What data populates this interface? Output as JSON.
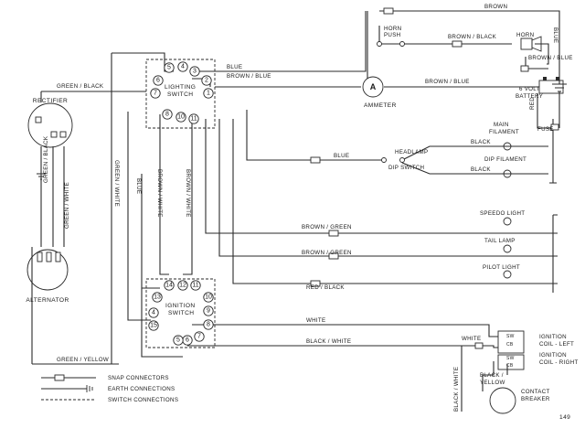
{
  "page_number": "149",
  "components": {
    "rectifier": "RECTIFIER",
    "alternator": "ALTERNATOR",
    "lighting_switch": [
      "LIGHTING",
      "SWITCH"
    ],
    "ignition_switch": [
      "IGNITION",
      "SWITCH"
    ],
    "ammeter": "AMMETER",
    "ammeter_symbol": "A",
    "battery": [
      "6 VOLT",
      "BATTERY"
    ],
    "fuse": "FUSE",
    "horn": "HORN",
    "horn_push": [
      "HORN",
      "PUSH"
    ],
    "main_filament": [
      "MAIN",
      "FILAMENT"
    ],
    "dip_filament": "DIP FILAMENT",
    "headlamp_dip_switch": [
      "HEADLAMP",
      "DIP SWITCH"
    ],
    "speedo_light": "SPEEDO  LIGHT",
    "tail_lamp": "TAIL LAMP",
    "pilot_light": "PILOT  LIGHT",
    "ignition_coil_left": [
      "IGNITION",
      "COIL - LEFT"
    ],
    "ignition_coil_right": [
      "IGNITION",
      "COIL - RIGHT"
    ],
    "contact_breaker": [
      "CONTACT",
      "BREAKER"
    ],
    "coil_terminals": [
      "SW",
      "CB",
      "SW",
      "CB"
    ]
  },
  "wire_labels": {
    "green_black": "GREEN / BLACK",
    "blue": "BLUE",
    "brown_blue": "BROWN / BLUE",
    "brown_blue_ammeter": "BROWN / BLUE",
    "brown": "BROWN",
    "brown_black": "BROWN / BLACK",
    "brown_blue_horn": "BROWN / BLUE",
    "blue_horn": "BLUE",
    "red": "RED",
    "black_main": "BLACK",
    "black_dip": "BLACK",
    "blue_dip": "BLUE",
    "green_white_v": "GREEN / WHITE",
    "blue_v": "BLUE",
    "brown_white_v": "BROWN / WHITE",
    "brown_white_v2": "BROWN / WHITE",
    "green_black_v": "GREEN / BLACK",
    "green_white_v2": "GREEN / WHITE",
    "brown_green_1": "BROWN / GREEN",
    "brown_green_2": "BROWN / GREEN",
    "red_black": "RED / BLACK",
    "white": "WHITE",
    "white_coil": "WHITE",
    "black_white": "BLACK / WHITE",
    "black_white_v": "BLACK / WHITE",
    "black_yellow": [
      "BLACK /",
      "YELLOW"
    ],
    "green_yellow": "GREEN / YELLOW"
  },
  "lighting_switch_terminals": [
    "5",
    "4",
    "3",
    "6",
    "2",
    "7",
    "1",
    "8",
    "10",
    "11"
  ],
  "ignition_switch_terminals": [
    "14",
    "13",
    "12",
    "11",
    "10",
    "9",
    "8",
    "7",
    "6",
    "5",
    "4",
    "15"
  ],
  "legend": [
    {
      "label": "SNAP CONNECTORS"
    },
    {
      "label": "EARTH CONNECTIONS"
    },
    {
      "label": "SWITCH CONNECTIONS"
    }
  ]
}
